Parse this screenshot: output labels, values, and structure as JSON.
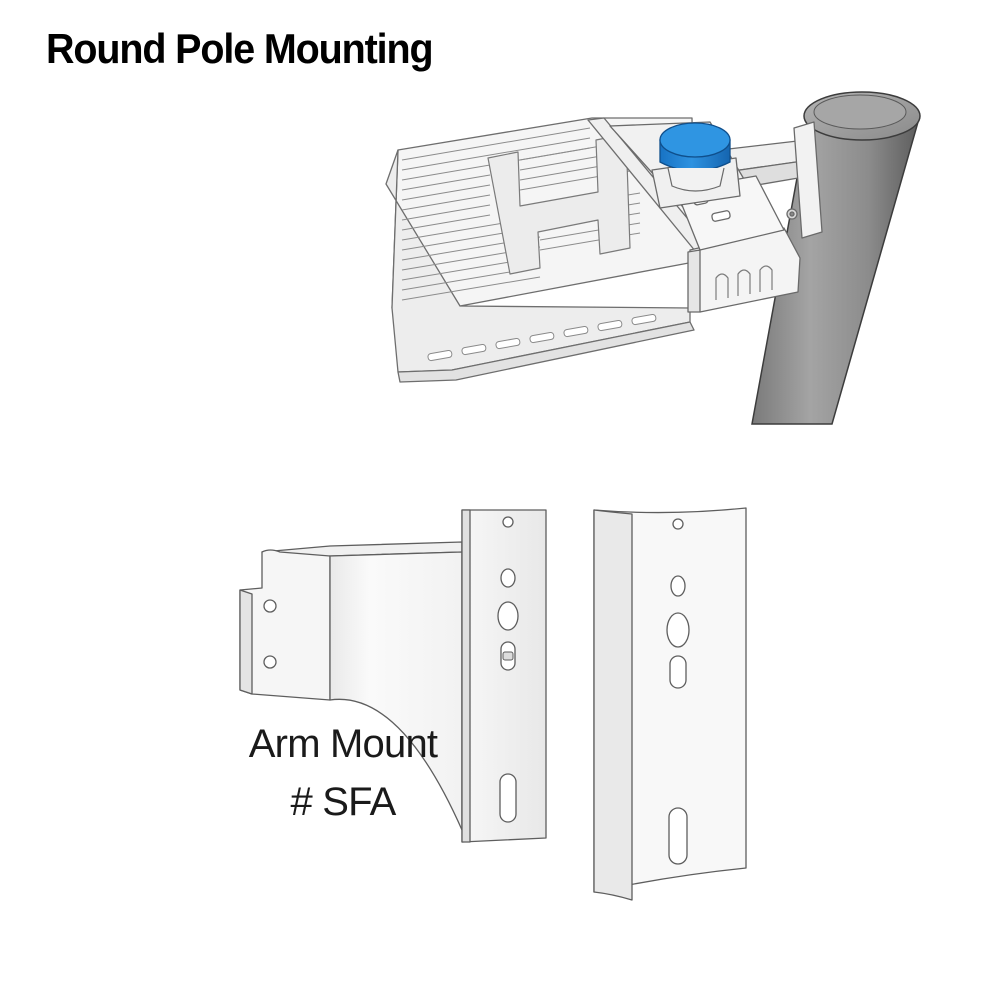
{
  "title": "Round Pole Mounting",
  "caption": {
    "line1": "Arm Mount",
    "line2": "# SFA"
  },
  "colors": {
    "photocell": "#1e7fd0",
    "pole": "#8e8e8e",
    "housing": "#f3f3f3",
    "outline": "#6e6e6e"
  }
}
